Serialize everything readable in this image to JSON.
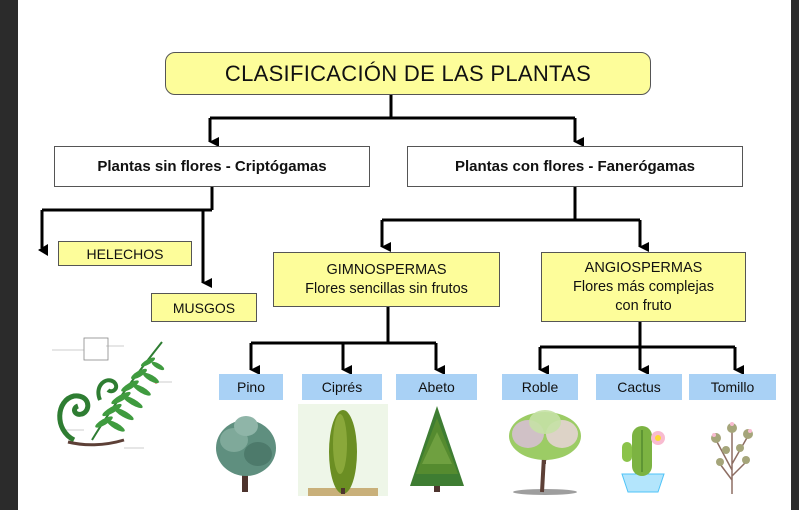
{
  "title": "CLASIFICACIÓN DE LAS PLANTAS",
  "categories": {
    "sin_flores": "Plantas sin flores - Criptógamas",
    "con_flores": "Plantas con flores - Fanerógamas"
  },
  "criptogamas": {
    "helechos": "HELECHOS",
    "musgos": "MUSGOS"
  },
  "gimnospermas": {
    "title": "GIMNOSPERMAS",
    "desc": "Flores sencillas sin frutos",
    "examples": [
      "Pino",
      "Ciprés",
      "Abeto"
    ]
  },
  "angiospermas": {
    "title": "ANGIOSPERMAS",
    "desc_line1": "Flores más complejas",
    "desc_line2": "con fruto",
    "examples": [
      "Roble",
      "Cactus",
      "Tomillo"
    ]
  },
  "colors": {
    "yellow_box": "#fdfd9a",
    "blue_box": "#a9d1f5",
    "lines": "#000000"
  }
}
